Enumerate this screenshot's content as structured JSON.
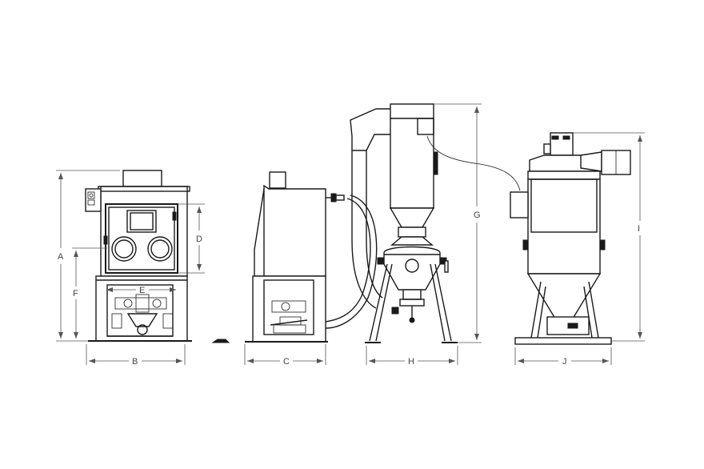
{
  "dimension_labels": {
    "A": "A",
    "B": "B",
    "C": "C",
    "D": "D",
    "E": "E",
    "F": "F",
    "G": "G",
    "H": "H",
    "I": "I",
    "J": "J"
  },
  "colors": {
    "line": "#1a1a1a",
    "dimension": "#555555",
    "background": "#ffffff"
  }
}
